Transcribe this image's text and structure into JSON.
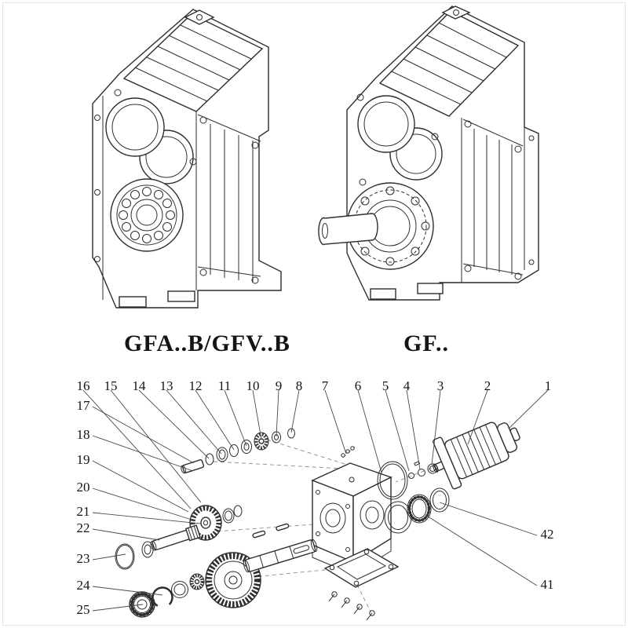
{
  "models": {
    "left_label": "GFA..B/GFV..B",
    "right_label": "GF.."
  },
  "exploded": {
    "part_numbers_top": [
      "16",
      "15",
      "14",
      "13",
      "12",
      "11",
      "10",
      "9",
      "8",
      "7",
      "6",
      "5",
      "4",
      "3",
      "2",
      "1"
    ],
    "part_numbers_left": [
      "17",
      "18",
      "19",
      "20",
      "21",
      "22",
      "23",
      "24",
      "25"
    ],
    "part_numbers_right": [
      "42",
      "41"
    ]
  },
  "colors": {
    "line": "#2e2e2e",
    "leader": "#4a4a4a",
    "text": "#141414",
    "background": "#ffffff"
  }
}
